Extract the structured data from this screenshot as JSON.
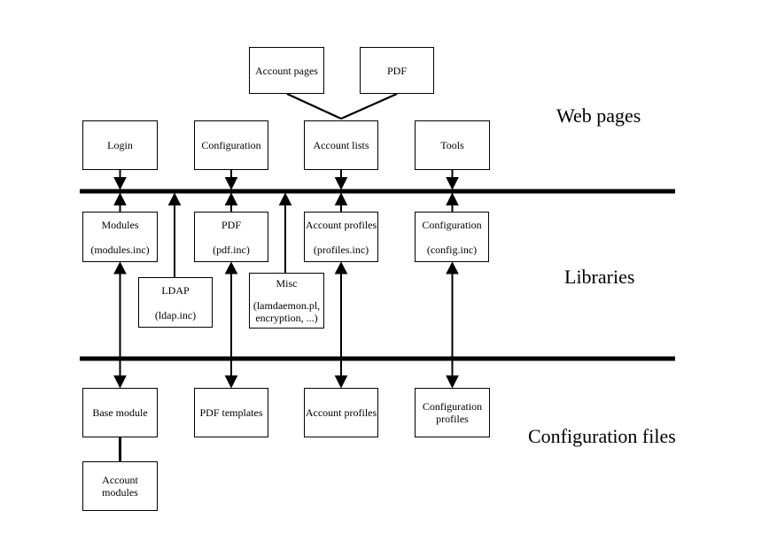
{
  "layers": {
    "web": "Web pages",
    "libraries": "Libraries",
    "config": "Configuration files"
  },
  "nodes": {
    "account_pages": {
      "title": "Account pages"
    },
    "pdf_page": {
      "title": "PDF"
    },
    "login": {
      "title": "Login"
    },
    "configuration_page": {
      "title": "Configuration"
    },
    "account_lists": {
      "title": "Account lists"
    },
    "tools": {
      "title": "Tools"
    },
    "modules_lib": {
      "title": "Modules",
      "file": "(modules.inc)"
    },
    "pdf_lib": {
      "title": "PDF",
      "file": "(pdf.inc)"
    },
    "account_profiles_lib": {
      "title": "Account profiles",
      "file": "(profiles.inc)"
    },
    "configuration_lib": {
      "title": "Configuration",
      "file": "(config.inc)"
    },
    "ldap_lib": {
      "title": "LDAP",
      "file": "(ldap.inc)"
    },
    "misc_lib": {
      "title": "Misc",
      "detail_line1": "(lamdaemon.pl,",
      "detail_line2": "encryption, ...)"
    },
    "base_module": {
      "title": "Base module"
    },
    "pdf_templates": {
      "title": "PDF templates"
    },
    "account_profiles_file": {
      "title": "Account profiles"
    },
    "configuration_profiles": {
      "line1": "Configuration",
      "line2": "profiles"
    },
    "account_modules": {
      "title": "Account modules"
    }
  },
  "colors": {
    "line": "#000000",
    "background": "#ffffff",
    "box_border": "#000000"
  }
}
